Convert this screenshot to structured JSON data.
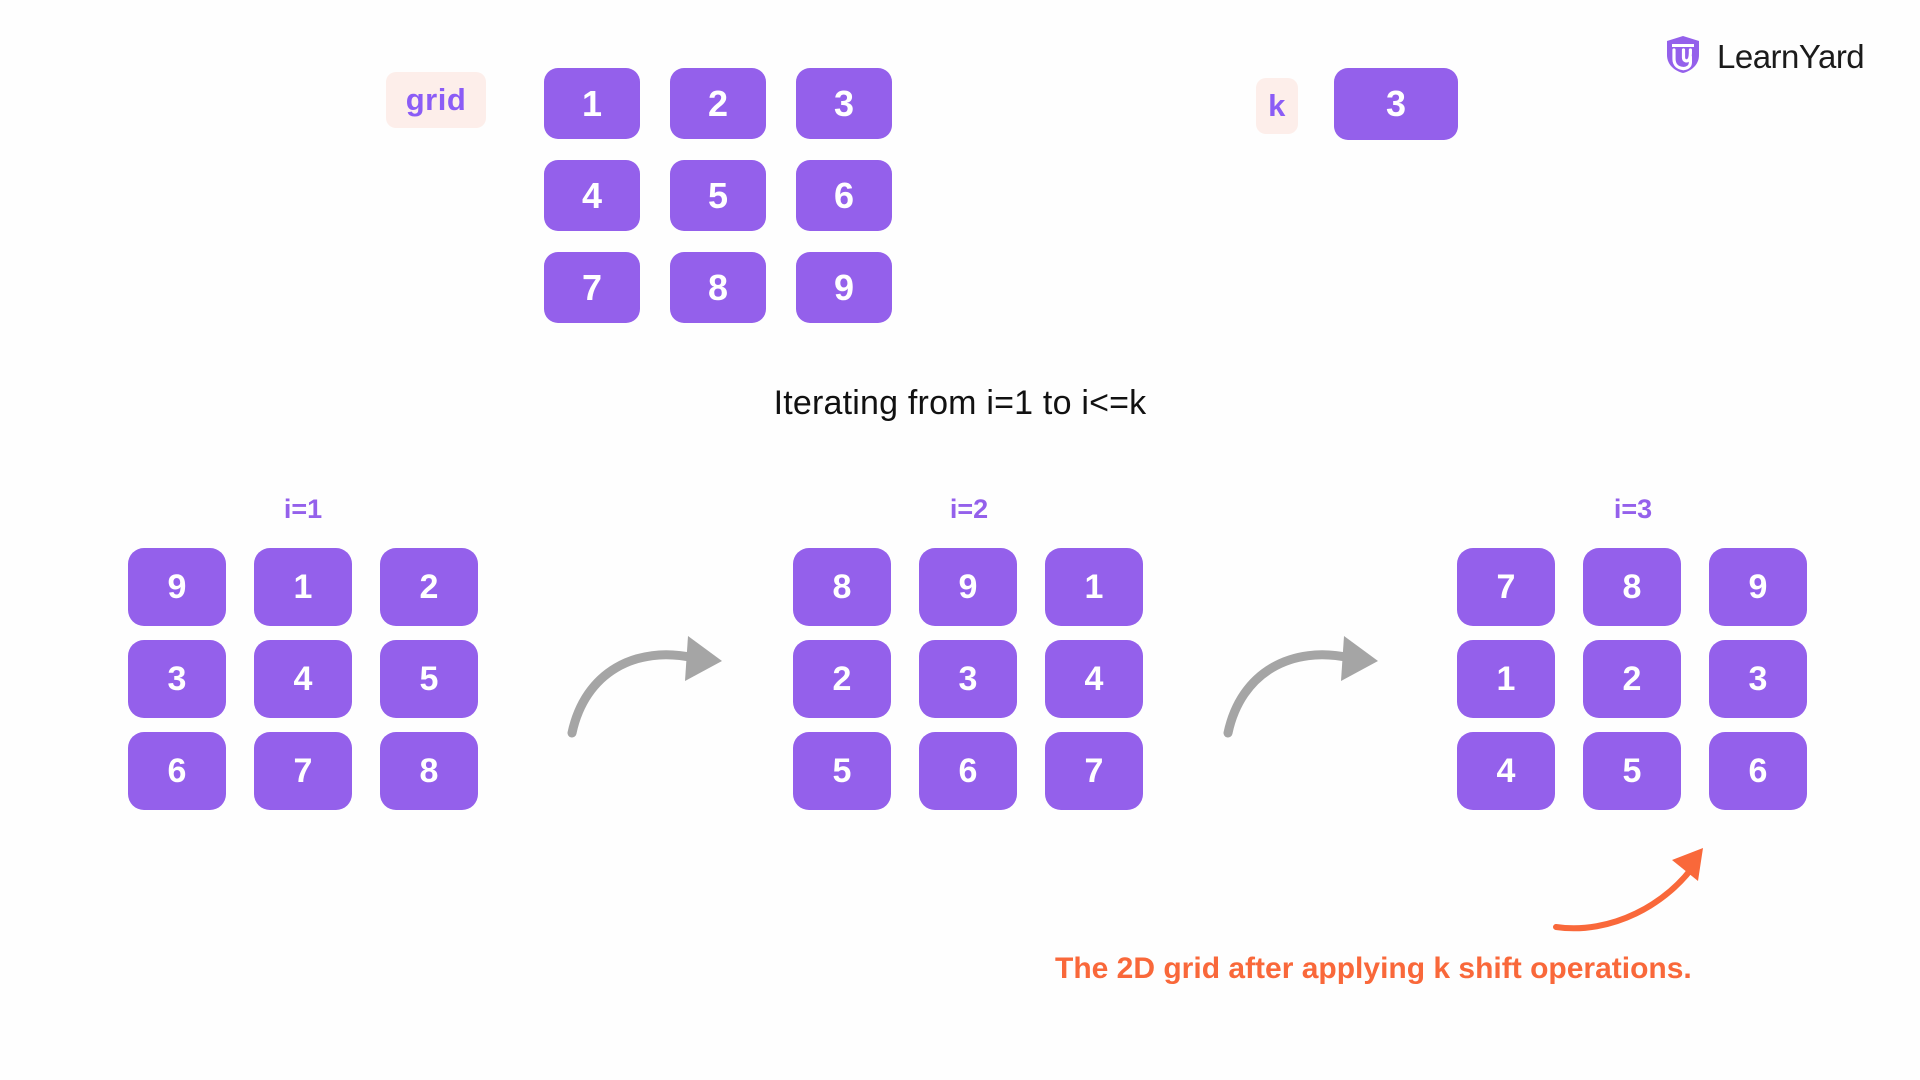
{
  "brand": {
    "name": "LearnYard",
    "logo_icon": "learnyard-shield-logo",
    "shield_color": "#9460eb",
    "text_color": "#1b1b1b"
  },
  "theme": {
    "background": "#fefefe",
    "tile_purple": "#9460eb",
    "tile_text": "#ffffff",
    "badge_bg": "#fdeeea",
    "badge_text": "#8b5cf6",
    "label_purple": "#9460eb",
    "caption_black": "#111111",
    "accent_orange": "#f9683a",
    "arrow_gray": "#a5a5a5"
  },
  "inputs": {
    "grid_label": "grid",
    "grid_rows": [
      [
        "1",
        "2",
        "3"
      ],
      [
        "4",
        "5",
        "6"
      ],
      [
        "7",
        "8",
        "9"
      ]
    ],
    "k_label": "k",
    "k_value": "3"
  },
  "caption": {
    "main": "Iterating from i=1 to i<=k",
    "conclusion": "The 2D grid after applying k shift operations."
  },
  "steps": [
    {
      "label": "i=1",
      "rows": [
        [
          "9",
          "1",
          "2"
        ],
        [
          "3",
          "4",
          "5"
        ],
        [
          "6",
          "7",
          "8"
        ]
      ]
    },
    {
      "label": "i=2",
      "rows": [
        [
          "8",
          "9",
          "1"
        ],
        [
          "2",
          "3",
          "4"
        ],
        [
          "5",
          "6",
          "7"
        ]
      ]
    },
    {
      "label": "i=3",
      "rows": [
        [
          "7",
          "8",
          "9"
        ],
        [
          "1",
          "2",
          "3"
        ],
        [
          "4",
          "5",
          "6"
        ]
      ]
    }
  ],
  "arrows": [
    {
      "name": "step-arrow-1-to-2",
      "color": "#a5a5a5"
    },
    {
      "name": "step-arrow-2-to-3",
      "color": "#a5a5a5"
    },
    {
      "name": "conclusion-arrow",
      "color": "#f9683a"
    }
  ]
}
